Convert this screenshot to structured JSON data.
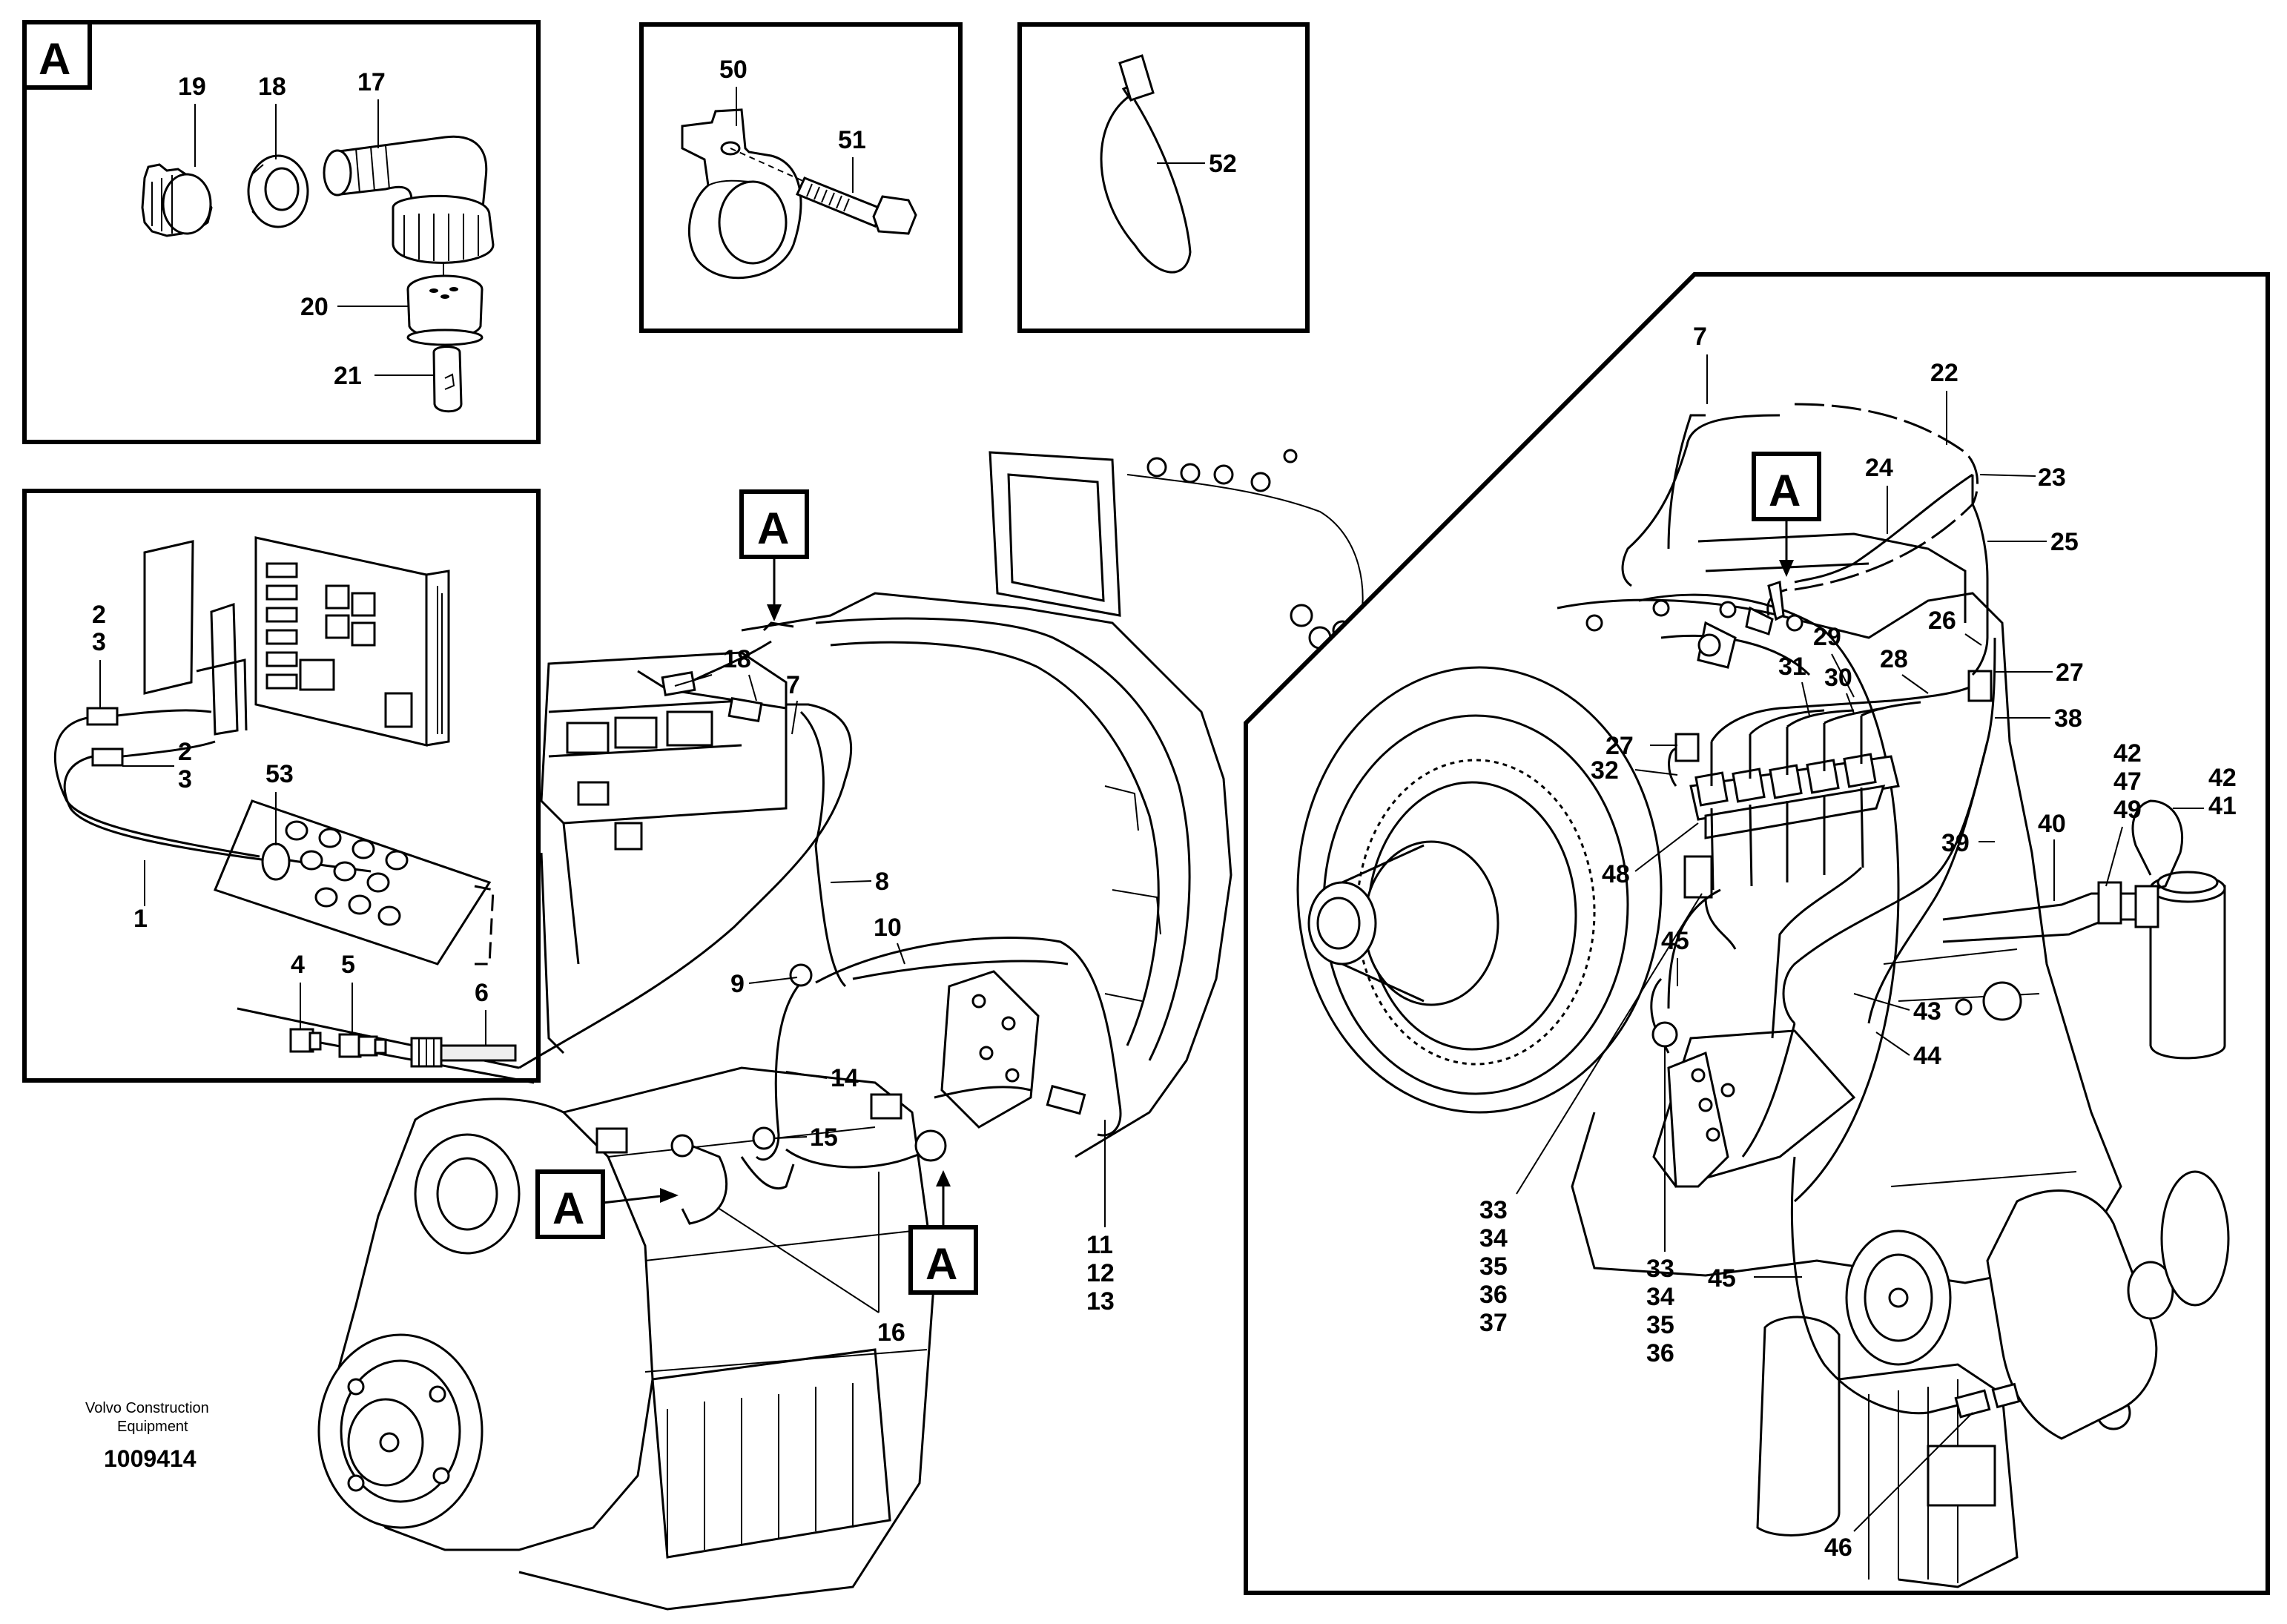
{
  "diagram": {
    "callout_letter": "A",
    "publisher": "Volvo Construction Equipment",
    "publisher_line1": "Volvo Construction",
    "publisher_line2": "Equipment",
    "drawing_number": "1009414"
  },
  "labels": {
    "l1": "1",
    "l2": "2",
    "l3": "3",
    "l4": "4",
    "l5": "5",
    "l6": "6",
    "l7": "7",
    "l8": "8",
    "l9": "9",
    "l10": "10",
    "l11": "11",
    "l12": "12",
    "l13": "13",
    "l14": "14",
    "l15": "15",
    "l16": "16",
    "l17": "17",
    "l18": "18",
    "l19": "19",
    "l20": "20",
    "l21": "21",
    "l22": "22",
    "l23": "23",
    "l24": "24",
    "l25": "25",
    "l26": "26",
    "l27": "27",
    "l28": "28",
    "l29": "29",
    "l30": "30",
    "l31": "31",
    "l32": "32",
    "l33": "33",
    "l34": "34",
    "l35": "35",
    "l36": "36",
    "l37": "37",
    "l38": "38",
    "l39": "39",
    "l40": "40",
    "l41": "41",
    "l42": "42",
    "l43": "43",
    "l44": "44",
    "l45": "45",
    "l46": "46",
    "l47": "47",
    "l48": "48",
    "l49": "49",
    "l50": "50",
    "l51": "51",
    "l52": "52",
    "l53": "53"
  },
  "colors": {
    "line": "#000000",
    "background": "#ffffff"
  }
}
